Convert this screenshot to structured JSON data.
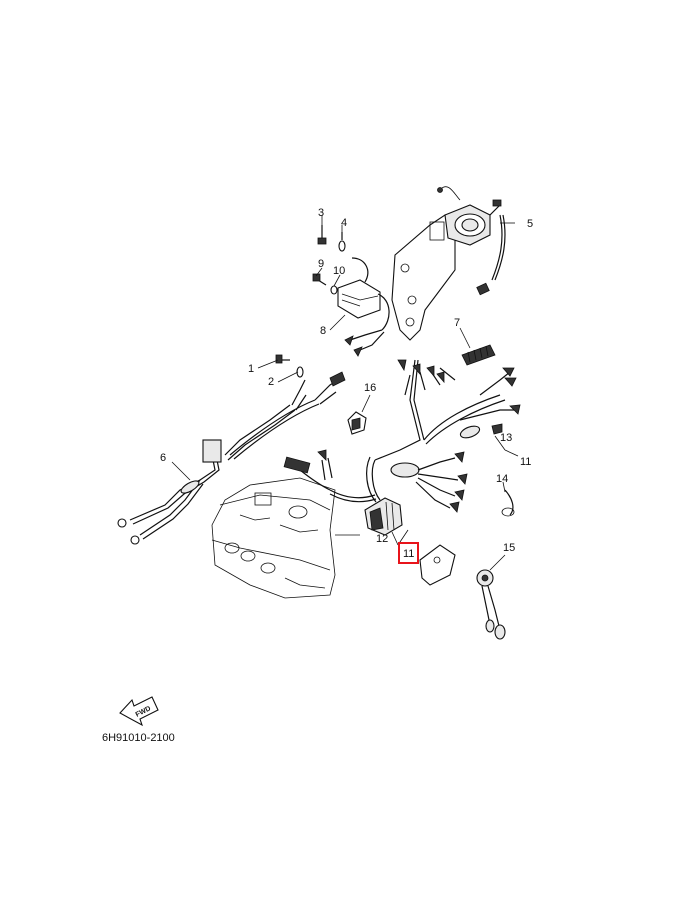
{
  "diagram": {
    "drawing_code": "6H91010-2100",
    "fwd_label": "FWD",
    "highlight_color": "#e8141b",
    "callouts": [
      {
        "id": "c1",
        "text": "1"
      },
      {
        "id": "c2",
        "text": "2"
      },
      {
        "id": "c3",
        "text": "3"
      },
      {
        "id": "c4",
        "text": "4"
      },
      {
        "id": "c5",
        "text": "5"
      },
      {
        "id": "c6",
        "text": "6"
      },
      {
        "id": "c7",
        "text": "7"
      },
      {
        "id": "c8",
        "text": "8"
      },
      {
        "id": "c9",
        "text": "9"
      },
      {
        "id": "c10",
        "text": "10"
      },
      {
        "id": "c11a",
        "text": "11"
      },
      {
        "id": "c12",
        "text": "12"
      },
      {
        "id": "c13",
        "text": "13"
      },
      {
        "id": "c14",
        "text": "14"
      },
      {
        "id": "c15",
        "text": "15"
      },
      {
        "id": "c16",
        "text": "16"
      },
      {
        "id": "c11b",
        "text": "11",
        "highlighted": true
      }
    ]
  }
}
